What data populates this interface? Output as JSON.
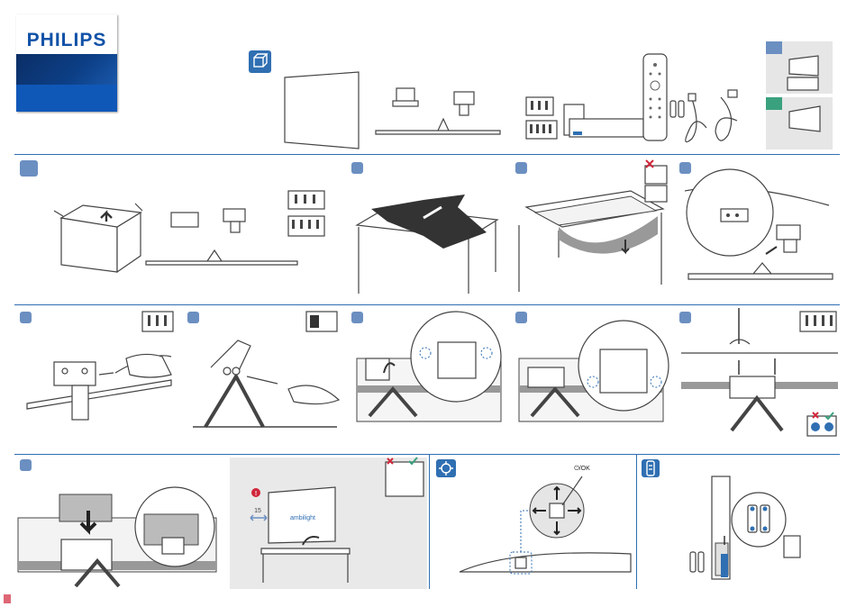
{
  "brand": {
    "name": "PHILIPS"
  },
  "labels": {
    "power_ok": "⏻/OK",
    "distance": "15",
    "ambilight": "ambilight"
  },
  "colors": {
    "accent": "#2f6fb2",
    "brand_blue": "#0e4a9a",
    "step_badge": "#6b8fc1",
    "green_badge": "#3aa17e",
    "red_mark": "#d0263a"
  },
  "icons": [
    "box-contents-icon",
    "joystick-icon",
    "remote-control-icon",
    "warning-icon",
    "cross-icon",
    "check-icon"
  ]
}
